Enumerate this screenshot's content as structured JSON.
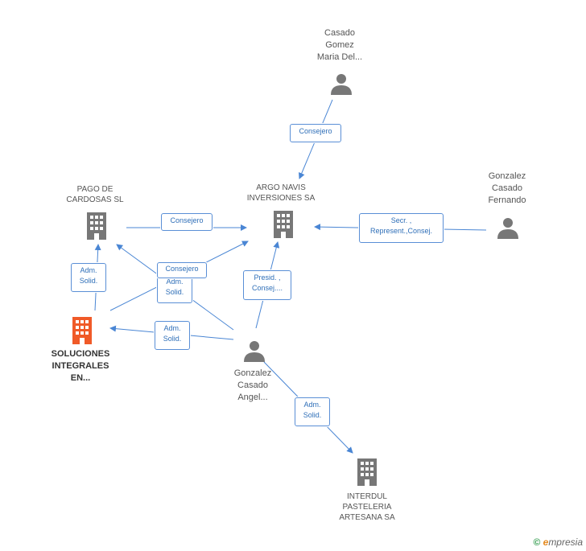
{
  "colors": {
    "edge": "#4a86d4",
    "person_icon": "#777777",
    "company_icon": "#777777",
    "focus_company": "#f05a28",
    "label_text": "#555555"
  },
  "nodes": {
    "casado_gomez": {
      "type": "person",
      "icon": "person-icon",
      "lines": [
        "Casado",
        "Gomez",
        "Maria Del..."
      ]
    },
    "argo_navis": {
      "type": "company",
      "icon": "building-icon",
      "lines": [
        "ARGO NAVIS",
        "INVERSIONES SA"
      ]
    },
    "pago_cardosas": {
      "type": "company",
      "icon": "building-icon",
      "lines": [
        "PAGO DE",
        "CARDOSAS SL"
      ]
    },
    "gonzalez_fernando": {
      "type": "person",
      "icon": "person-icon",
      "lines": [
        "Gonzalez",
        "Casado",
        "Fernando"
      ]
    },
    "soluciones": {
      "type": "company",
      "focus": true,
      "icon": "building-icon",
      "lines": [
        "SOLUCIONES",
        "INTEGRALES",
        "EN..."
      ]
    },
    "gonzalez_angel": {
      "type": "person",
      "icon": "person-icon",
      "lines": [
        "Gonzalez",
        "Casado",
        "Angel..."
      ]
    },
    "interdul": {
      "type": "company",
      "icon": "building-icon",
      "lines": [
        "INTERDUL",
        "PASTELERIA",
        "ARTESANA SA"
      ]
    }
  },
  "relations": {
    "consejero_casado": [
      "Consejero"
    ],
    "consejero_pago": [
      "Consejero"
    ],
    "secr_fernando": [
      "Secr. ,",
      "Represent.,Consej."
    ],
    "adm_pago": [
      "Adm.",
      "Solid."
    ],
    "consejero_soluciones": [
      "Consejero"
    ],
    "adm_angel_pago": [
      "Adm.",
      "Solid."
    ],
    "presid_angel": [
      "Presid. ,",
      "Consej...."
    ],
    "adm_angel_soluciones": [
      "Adm.",
      "Solid."
    ],
    "adm_angel_interdul": [
      "Adm.",
      "Solid."
    ]
  },
  "footer": {
    "copyright_symbol": "©",
    "brand_initial": "e",
    "brand_rest": "mpresia"
  }
}
